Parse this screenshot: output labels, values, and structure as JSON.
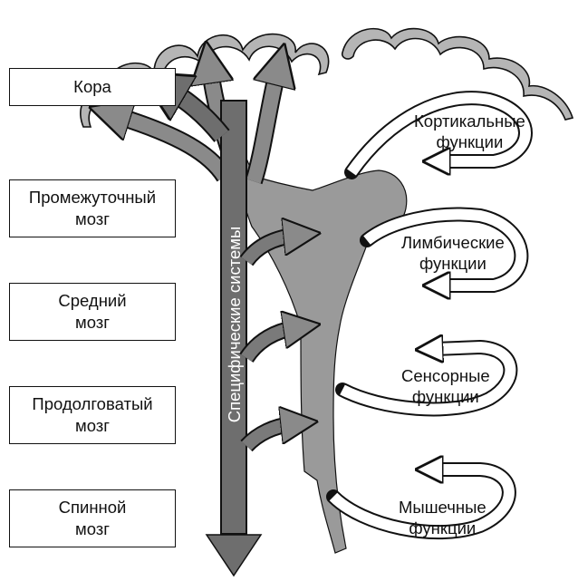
{
  "levels": [
    {
      "line1": "Кора",
      "line2": ""
    },
    {
      "line1": "Промежуточный",
      "line2": "мозг"
    },
    {
      "line1": "Средний",
      "line2": "мозг"
    },
    {
      "line1": "Продолговатый",
      "line2": "мозг"
    },
    {
      "line1": "Спинной",
      "line2": "мозг"
    }
  ],
  "vertical_label": "Специфические системы",
  "functions": [
    {
      "line1": "Кортикальные",
      "line2": "функции"
    },
    {
      "line1": "Лимбические",
      "line2": "функции"
    },
    {
      "line1": "Сенсорные",
      "line2": "функции"
    },
    {
      "line1": "Мышечные",
      "line2": "функции"
    }
  ],
  "colors": {
    "reticular": "#9a9a9a",
    "specific": "#6e6e6e",
    "cortex": "#b5b5b5",
    "outline": "#111111"
  }
}
